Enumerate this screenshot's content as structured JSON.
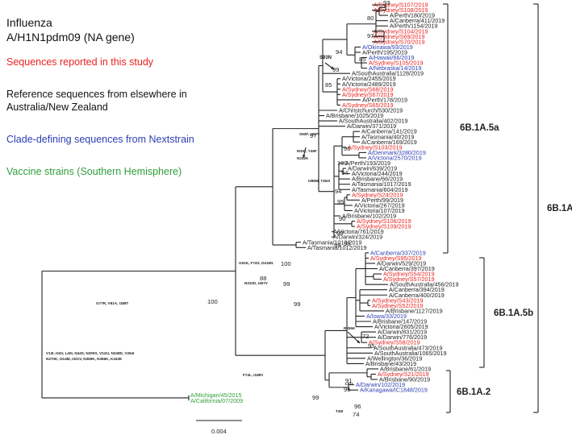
{
  "title": {
    "line1": "Influenza",
    "line2": "A/H1N1pdm09 (NA gene)"
  },
  "legend": [
    {
      "text": "Sequences reported in this study",
      "color": "#e8231f"
    },
    {
      "text": "Reference sequences from elsewhere in",
      "color": "#111111"
    },
    {
      "text": "Australia/New Zealand",
      "color": "#111111"
    },
    {
      "text": "Clade-defining sequences from Nextstrain",
      "color": "#2d3fb4"
    },
    {
      "text": "Vaccine strains (Southern Hemisphere)",
      "color": "#2e9e3a"
    }
  ],
  "colors": {
    "study": "#e8231f",
    "ref": "#222222",
    "clade": "#2d3fb4",
    "vaccine": "#2e9e3a"
  },
  "clades": [
    {
      "label": "6B.1A"
    },
    {
      "label": "6B.1A.5a"
    },
    {
      "label": "6B.1A.5b"
    },
    {
      "label": "6B.1A.2"
    }
  ],
  "scale": {
    "label": "0.004"
  },
  "mutations": [
    "S93N",
    "S92P, I457V",
    "M15T, Y46F",
    "N222K",
    "I386M, T452I",
    "G51K, F74S, D416N",
    "N222D, I457V",
    "R255K",
    "G77R, V81A, I188T",
    "L81I",
    "T45I",
    "F74L, I188V",
    "V13I, I34V, L40I, N44S, N200S, V241I, N248D, V264I, N270K, I314M, I321V, N369K, N386K, K432E"
  ],
  "bootstrap": [
    "93",
    "80",
    "97",
    "94",
    "85",
    "85",
    "99",
    "97",
    "96",
    "100",
    "94",
    "94",
    "95",
    "90",
    "93",
    "98",
    "99",
    "100",
    "88",
    "99",
    "100",
    "95",
    "72",
    "91",
    "96",
    "99",
    "96",
    "74",
    "99"
  ],
  "taxa": [
    {
      "name": "A/Sydney/S107/2019",
      "c": "study"
    },
    {
      "name": "A/Sydney/S108/2019",
      "c": "study"
    },
    {
      "name": "A/Perth/180/2019",
      "c": "ref"
    },
    {
      "name": "A/Canberra/411/2019",
      "c": "ref"
    },
    {
      "name": "A/Perth/1154/2019",
      "c": "ref"
    },
    {
      "name": "A/Sydney/S104/2019",
      "c": "study"
    },
    {
      "name": "A/Sydney/S69/2019",
      "c": "study"
    },
    {
      "name": "A/Sydney/S70/2019",
      "c": "study"
    },
    {
      "name": "A/Okinawa/93/2019",
      "c": "clade"
    },
    {
      "name": "A/Perth/195/2019",
      "c": "ref"
    },
    {
      "name": "A/Hawaii/66/2019",
      "c": "clade"
    },
    {
      "name": "A/Sydney/S105/2019",
      "c": "study"
    },
    {
      "name": "A/Nebraska/14/2019",
      "c": "clade"
    },
    {
      "name": "A/SouthAustralia/1128/2019",
      "c": "ref"
    },
    {
      "name": "A/Victoria/2455/2019",
      "c": "ref"
    },
    {
      "name": "A/Victoria/2489/2019",
      "c": "ref"
    },
    {
      "name": "A/Sydney/S68/2019",
      "c": "study"
    },
    {
      "name": "A/Sydney/S67/2019",
      "c": "study"
    },
    {
      "name": "A/Perth/178/2019",
      "c": "ref"
    },
    {
      "name": "A/Sydney/S65/2019",
      "c": "study"
    },
    {
      "name": "A/Christchurch/530/2019",
      "c": "ref"
    },
    {
      "name": "A/Brisbane/1025/2019",
      "c": "ref"
    },
    {
      "name": "A/SouthAustralia/402/2019",
      "c": "ref"
    },
    {
      "name": "A/Darwin/371/2019",
      "c": "ref"
    },
    {
      "name": "A/Canberra/141/2019",
      "c": "ref"
    },
    {
      "name": "A/Tasmania/40/2019",
      "c": "ref"
    },
    {
      "name": "A/Canberra/169/2019",
      "c": "ref"
    },
    {
      "name": "A/Sydney/S103/2019",
      "c": "study"
    },
    {
      "name": "A/Denmark/3280/2019",
      "c": "clade"
    },
    {
      "name": "A/Victoria/2570/2019",
      "c": "clade"
    },
    {
      "name": "A/Perth/193/2019",
      "c": "ref"
    },
    {
      "name": "A/Darwin/639/2019",
      "c": "ref"
    },
    {
      "name": "A/Victoria/244/2019",
      "c": "ref"
    },
    {
      "name": "A/Brisbane/66/2019",
      "c": "ref"
    },
    {
      "name": "A/Tasmania/1017/2019",
      "c": "ref"
    },
    {
      "name": "A/Tasmania/604/2019",
      "c": "ref"
    },
    {
      "name": "A/Sydney/S24/2019",
      "c": "study"
    },
    {
      "name": "A/Perth/99/2019",
      "c": "ref"
    },
    {
      "name": "A/Victoria/267/2019",
      "c": "ref"
    },
    {
      "name": "A/Victoria/107/2019",
      "c": "ref"
    },
    {
      "name": "A/Brisbane/102/2019",
      "c": "ref"
    },
    {
      "name": "A/Sydney/S106/2019",
      "c": "study"
    },
    {
      "name": "A/Sydney/S109/2019",
      "c": "study"
    },
    {
      "name": "A/Victoria/761/2019",
      "c": "ref"
    },
    {
      "name": "A/Darwin/324/2019",
      "c": "ref"
    },
    {
      "name": "A/Tasmania/1010/2019",
      "c": "ref"
    },
    {
      "name": "A/Tasmania/1012/2019",
      "c": "ref"
    },
    {
      "name": "A/Canberra/337/2019",
      "c": "clade"
    },
    {
      "name": "A/Sydney/S95/2019",
      "c": "study"
    },
    {
      "name": "A/Darwin/529/2019",
      "c": "ref"
    },
    {
      "name": "A/Canberra/397/2019",
      "c": "ref"
    },
    {
      "name": "A/Sydney/S54/2019",
      "c": "study"
    },
    {
      "name": "A/Sydney/S57/2019",
      "c": "study"
    },
    {
      "name": "A/SouthAustralia/456/2019",
      "c": "ref"
    },
    {
      "name": "A/Canberra/394/2019",
      "c": "ref"
    },
    {
      "name": "A/Canberra/400/2019",
      "c": "ref"
    },
    {
      "name": "A/Sydney/S43/2019",
      "c": "study"
    },
    {
      "name": "A/Sydney/S52/2019",
      "c": "study"
    },
    {
      "name": "A/Brisbane/1127/2019",
      "c": "ref"
    },
    {
      "name": "A/Iowa/33/2019",
      "c": "clade"
    },
    {
      "name": "A/Brisbane/147/2019",
      "c": "ref"
    },
    {
      "name": "A/Victoria/2605/2019",
      "c": "ref"
    },
    {
      "name": "A/Darwin/831/2019",
      "c": "ref"
    },
    {
      "name": "A/Darwin/776/2019",
      "c": "ref"
    },
    {
      "name": "A/Sydney/S58/2019",
      "c": "study"
    },
    {
      "name": "A/SouthAustralia/473/2019",
      "c": "ref"
    },
    {
      "name": "A/SouthAustralia/1065/2019",
      "c": "ref"
    },
    {
      "name": "A/Wellington/36/2019",
      "c": "ref"
    },
    {
      "name": "A/Brisbane/43/2019",
      "c": "ref"
    },
    {
      "name": "A/Brisbane/61/2019",
      "c": "ref"
    },
    {
      "name": "A/Sydney/S21/2019",
      "c": "study"
    },
    {
      "name": "A/Brisbane/90/2019",
      "c": "ref"
    },
    {
      "name": "A/Darwin/102/2019",
      "c": "clade"
    },
    {
      "name": "A/Kanagawa/IC1848/2019",
      "c": "clade"
    },
    {
      "name": "A/Michigan/45/2015",
      "c": "vaccine"
    },
    {
      "name": "A/California/07/2009",
      "c": "vaccine"
    }
  ]
}
